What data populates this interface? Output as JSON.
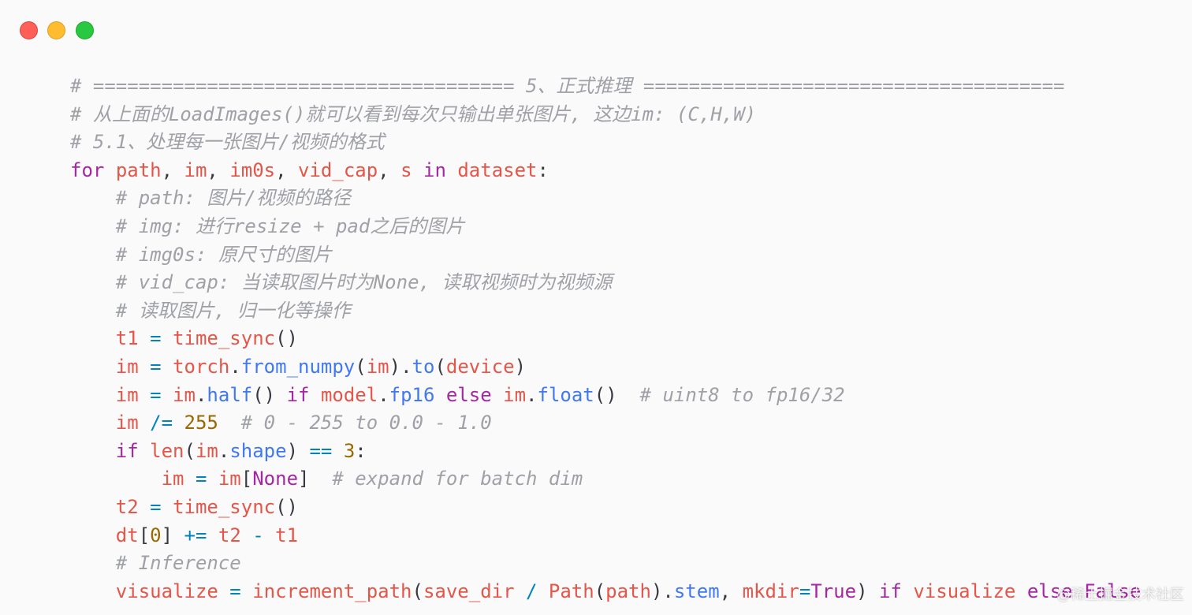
{
  "window": {
    "controls": [
      "close",
      "minimize",
      "maximize"
    ],
    "colors": {
      "close": "#fe5f57",
      "minimize": "#febc2e",
      "maximize": "#28c840"
    }
  },
  "code": {
    "lines": [
      [
        {
          "t": "cm",
          "v": "# ===================================== 5、正式推理 ====================================="
        }
      ],
      [
        {
          "t": "cm",
          "v": "# 从上面的LoadImages()就可以看到每次只输出单张图片, 这边im: (C,H,W)"
        }
      ],
      [
        {
          "t": "cm",
          "v": "# 5.1、处理每一张图片/视频的格式"
        }
      ],
      [
        {
          "t": "kw",
          "v": "for"
        },
        {
          "t": "pl",
          "v": " "
        },
        {
          "t": "var",
          "v": "path"
        },
        {
          "t": "pl",
          "v": ", "
        },
        {
          "t": "var",
          "v": "im"
        },
        {
          "t": "pl",
          "v": ", "
        },
        {
          "t": "var",
          "v": "im0s"
        },
        {
          "t": "pl",
          "v": ", "
        },
        {
          "t": "var",
          "v": "vid_cap"
        },
        {
          "t": "pl",
          "v": ", "
        },
        {
          "t": "var",
          "v": "s"
        },
        {
          "t": "pl",
          "v": " "
        },
        {
          "t": "kw",
          "v": "in"
        },
        {
          "t": "pl",
          "v": " "
        },
        {
          "t": "var",
          "v": "dataset"
        },
        {
          "t": "pl",
          "v": ":"
        }
      ],
      [
        {
          "t": "pl",
          "v": "    "
        },
        {
          "t": "cm",
          "v": "# path: 图片/视频的路径"
        }
      ],
      [
        {
          "t": "pl",
          "v": "    "
        },
        {
          "t": "cm",
          "v": "# img: 进行resize + pad之后的图片"
        }
      ],
      [
        {
          "t": "pl",
          "v": "    "
        },
        {
          "t": "cm",
          "v": "# img0s: 原尺寸的图片"
        }
      ],
      [
        {
          "t": "pl",
          "v": "    "
        },
        {
          "t": "cm",
          "v": "# vid_cap: 当读取图片时为None, 读取视频时为视频源"
        }
      ],
      [
        {
          "t": "pl",
          "v": "    "
        },
        {
          "t": "cm",
          "v": "# 读取图片, 归一化等操作"
        }
      ],
      [
        {
          "t": "pl",
          "v": "    "
        },
        {
          "t": "var",
          "v": "t1"
        },
        {
          "t": "pl",
          "v": " "
        },
        {
          "t": "op",
          "v": "="
        },
        {
          "t": "pl",
          "v": " "
        },
        {
          "t": "var",
          "v": "time_sync"
        },
        {
          "t": "pl",
          "v": "()"
        }
      ],
      [
        {
          "t": "pl",
          "v": "    "
        },
        {
          "t": "var",
          "v": "im"
        },
        {
          "t": "pl",
          "v": " "
        },
        {
          "t": "op",
          "v": "="
        },
        {
          "t": "pl",
          "v": " "
        },
        {
          "t": "var",
          "v": "torch"
        },
        {
          "t": "pl",
          "v": "."
        },
        {
          "t": "fn",
          "v": "from_numpy"
        },
        {
          "t": "pl",
          "v": "("
        },
        {
          "t": "var",
          "v": "im"
        },
        {
          "t": "pl",
          "v": ")."
        },
        {
          "t": "fn",
          "v": "to"
        },
        {
          "t": "pl",
          "v": "("
        },
        {
          "t": "var",
          "v": "device"
        },
        {
          "t": "pl",
          "v": ")"
        }
      ],
      [
        {
          "t": "pl",
          "v": "    "
        },
        {
          "t": "var",
          "v": "im"
        },
        {
          "t": "pl",
          "v": " "
        },
        {
          "t": "op",
          "v": "="
        },
        {
          "t": "pl",
          "v": " "
        },
        {
          "t": "var",
          "v": "im"
        },
        {
          "t": "pl",
          "v": "."
        },
        {
          "t": "fn",
          "v": "half"
        },
        {
          "t": "pl",
          "v": "() "
        },
        {
          "t": "kw",
          "v": "if"
        },
        {
          "t": "pl",
          "v": " "
        },
        {
          "t": "var",
          "v": "model"
        },
        {
          "t": "pl",
          "v": "."
        },
        {
          "t": "fn",
          "v": "fp16"
        },
        {
          "t": "pl",
          "v": " "
        },
        {
          "t": "kw",
          "v": "else"
        },
        {
          "t": "pl",
          "v": " "
        },
        {
          "t": "var",
          "v": "im"
        },
        {
          "t": "pl",
          "v": "."
        },
        {
          "t": "fn",
          "v": "float"
        },
        {
          "t": "pl",
          "v": "()  "
        },
        {
          "t": "cm",
          "v": "# uint8 to fp16/32"
        }
      ],
      [
        {
          "t": "pl",
          "v": "    "
        },
        {
          "t": "var",
          "v": "im"
        },
        {
          "t": "pl",
          "v": " "
        },
        {
          "t": "op",
          "v": "/="
        },
        {
          "t": "pl",
          "v": " "
        },
        {
          "t": "num",
          "v": "255"
        },
        {
          "t": "pl",
          "v": "  "
        },
        {
          "t": "cm",
          "v": "# 0 - 255 to 0.0 - 1.0"
        }
      ],
      [
        {
          "t": "pl",
          "v": "    "
        },
        {
          "t": "kw",
          "v": "if"
        },
        {
          "t": "pl",
          "v": " "
        },
        {
          "t": "var",
          "v": "len"
        },
        {
          "t": "pl",
          "v": "("
        },
        {
          "t": "var",
          "v": "im"
        },
        {
          "t": "pl",
          "v": "."
        },
        {
          "t": "fn",
          "v": "shape"
        },
        {
          "t": "pl",
          "v": ") "
        },
        {
          "t": "op",
          "v": "=="
        },
        {
          "t": "pl",
          "v": " "
        },
        {
          "t": "num",
          "v": "3"
        },
        {
          "t": "pl",
          "v": ":"
        }
      ],
      [
        {
          "t": "pl",
          "v": "        "
        },
        {
          "t": "var",
          "v": "im"
        },
        {
          "t": "pl",
          "v": " "
        },
        {
          "t": "op",
          "v": "="
        },
        {
          "t": "pl",
          "v": " "
        },
        {
          "t": "var",
          "v": "im"
        },
        {
          "t": "pl",
          "v": "["
        },
        {
          "t": "kw",
          "v": "None"
        },
        {
          "t": "pl",
          "v": "]  "
        },
        {
          "t": "cm",
          "v": "# expand for batch dim"
        }
      ],
      [
        {
          "t": "pl",
          "v": "    "
        },
        {
          "t": "var",
          "v": "t2"
        },
        {
          "t": "pl",
          "v": " "
        },
        {
          "t": "op",
          "v": "="
        },
        {
          "t": "pl",
          "v": " "
        },
        {
          "t": "var",
          "v": "time_sync"
        },
        {
          "t": "pl",
          "v": "()"
        }
      ],
      [
        {
          "t": "pl",
          "v": "    "
        },
        {
          "t": "var",
          "v": "dt"
        },
        {
          "t": "pl",
          "v": "["
        },
        {
          "t": "num",
          "v": "0"
        },
        {
          "t": "pl",
          "v": "] "
        },
        {
          "t": "op",
          "v": "+="
        },
        {
          "t": "pl",
          "v": " "
        },
        {
          "t": "var",
          "v": "t2"
        },
        {
          "t": "pl",
          "v": " "
        },
        {
          "t": "op",
          "v": "-"
        },
        {
          "t": "pl",
          "v": " "
        },
        {
          "t": "var",
          "v": "t1"
        }
      ],
      [
        {
          "t": "pl",
          "v": "    "
        },
        {
          "t": "cm",
          "v": "# Inference"
        }
      ],
      [
        {
          "t": "pl",
          "v": "    "
        },
        {
          "t": "var",
          "v": "visualize"
        },
        {
          "t": "pl",
          "v": " "
        },
        {
          "t": "op",
          "v": "="
        },
        {
          "t": "pl",
          "v": " "
        },
        {
          "t": "var",
          "v": "increment_path"
        },
        {
          "t": "pl",
          "v": "("
        },
        {
          "t": "var",
          "v": "save_dir"
        },
        {
          "t": "pl",
          "v": " "
        },
        {
          "t": "op",
          "v": "/"
        },
        {
          "t": "pl",
          "v": " "
        },
        {
          "t": "var",
          "v": "Path"
        },
        {
          "t": "pl",
          "v": "("
        },
        {
          "t": "var",
          "v": "path"
        },
        {
          "t": "pl",
          "v": ")."
        },
        {
          "t": "fn",
          "v": "stem"
        },
        {
          "t": "pl",
          "v": ", "
        },
        {
          "t": "var",
          "v": "mkdir"
        },
        {
          "t": "op",
          "v": "="
        },
        {
          "t": "kw",
          "v": "True"
        },
        {
          "t": "pl",
          "v": ") "
        },
        {
          "t": "kw",
          "v": "if"
        },
        {
          "t": "pl",
          "v": " "
        },
        {
          "t": "var",
          "v": "visualize"
        },
        {
          "t": "pl",
          "v": " "
        },
        {
          "t": "kw",
          "v": "else"
        },
        {
          "t": "pl",
          "v": " "
        },
        {
          "t": "kw",
          "v": "False"
        }
      ]
    ]
  },
  "watermark": "@稀土掘金技术社区"
}
